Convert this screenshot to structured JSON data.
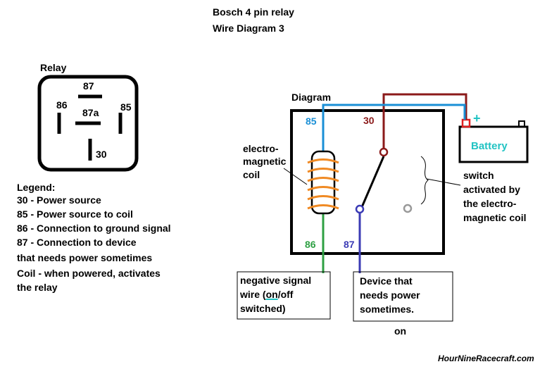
{
  "title": {
    "line1": "Bosch 4 pin relay",
    "line2": "Wire Diagram  3"
  },
  "relay_face": {
    "heading": "Relay",
    "pin_87": "87",
    "pin_86": "86",
    "pin_87a": "87a",
    "pin_85": "85",
    "pin_30": "30"
  },
  "legend": {
    "heading": "Legend:",
    "items": [
      "30 - Power source",
      "85 - Power source to coil",
      "86 - Connection to ground signal",
      "87 - Connection to device",
      "that needs power sometimes",
      "Coil - when powered, activates",
      "the relay"
    ]
  },
  "diagram": {
    "heading": "Diagram",
    "label_85": "85",
    "label_30": "30",
    "label_86": "86",
    "label_87": "87",
    "coil_label": [
      "electro-",
      "magnetic",
      "coil"
    ],
    "battery_label": "Battery",
    "battery_plus": "+",
    "battery_minus": "-",
    "switch_note": [
      "switch",
      "activated by",
      "the electro-",
      "magnetic coil"
    ],
    "neg_signal_box": {
      "line1": "negative signal",
      "line2_pre": "wire (",
      "line2_link": "on",
      "line2_post": "/off",
      "line3": "switched)"
    },
    "device_box": [
      "Device that",
      "needs power",
      "sometimes."
    ],
    "under_device": "on"
  },
  "footer": "HourNineRacecraft.com",
  "colors": {
    "pin85_blue": "#1a8fd6",
    "pin30_maroon": "#8b1a1a",
    "pin86_green": "#2ea043",
    "pin87_navy": "#3b3bb5",
    "coil_orange": "#f08a24",
    "battery_cyan": "#22c3c3",
    "switch_gray": "#999999"
  }
}
